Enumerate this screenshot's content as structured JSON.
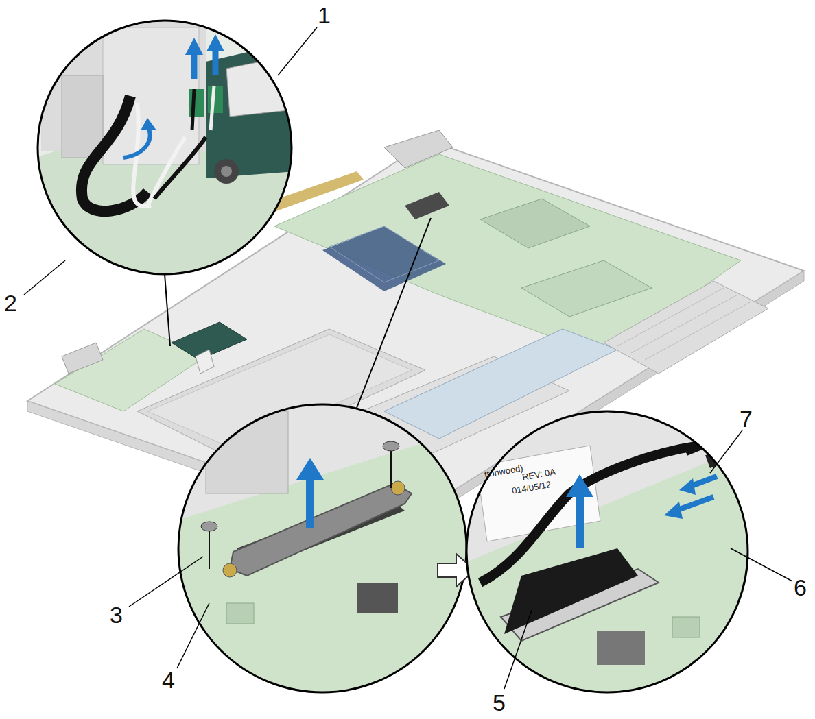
{
  "diagram": {
    "labels": [
      "1",
      "2",
      "3",
      "4",
      "5",
      "6",
      "7",
      "ttonwood)",
      "REV: 0A",
      "014/05/12"
    ]
  }
}
